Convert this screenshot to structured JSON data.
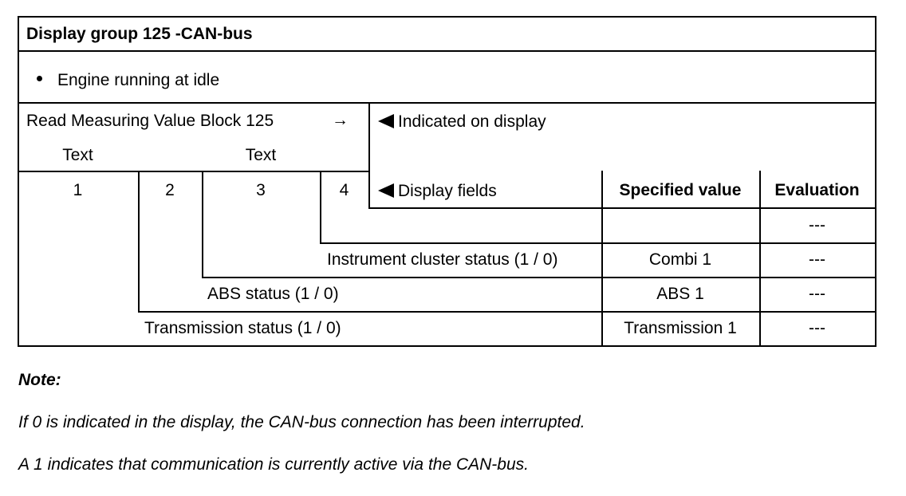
{
  "table": {
    "title": "Display group 125 -CAN-bus",
    "condition": "Engine running at idle",
    "read_block": "Read Measuring Value Block 125",
    "arrow": "→",
    "indicated_on_display": "Indicated on display",
    "text_label_1": "Text",
    "text_label_2": "Text",
    "field_numbers": [
      "1",
      "2",
      "3",
      "4"
    ],
    "display_fields_label": "Display fields",
    "specified_value_header": "Specified value",
    "evaluation_header": "Evaluation",
    "rows": [
      {
        "label": "",
        "specified": "",
        "evaluation": "---"
      },
      {
        "label": "Instrument cluster status (1 / 0)",
        "specified": "Combi 1",
        "evaluation": "---"
      },
      {
        "label": "ABS status (1 / 0)",
        "specified": "ABS 1",
        "evaluation": "---"
      },
      {
        "label": "Transmission status (1 / 0)",
        "specified": "Transmission 1",
        "evaluation": "---"
      }
    ]
  },
  "note": {
    "heading": "Note:",
    "line1": "If 0 is indicated in the display, the CAN-bus connection has been interrupted.",
    "line2": "A 1 indicates that communication is currently active via the CAN-bus."
  },
  "icons": {
    "bullet": "bullet-icon",
    "pointer": "left-triangle-icon"
  }
}
